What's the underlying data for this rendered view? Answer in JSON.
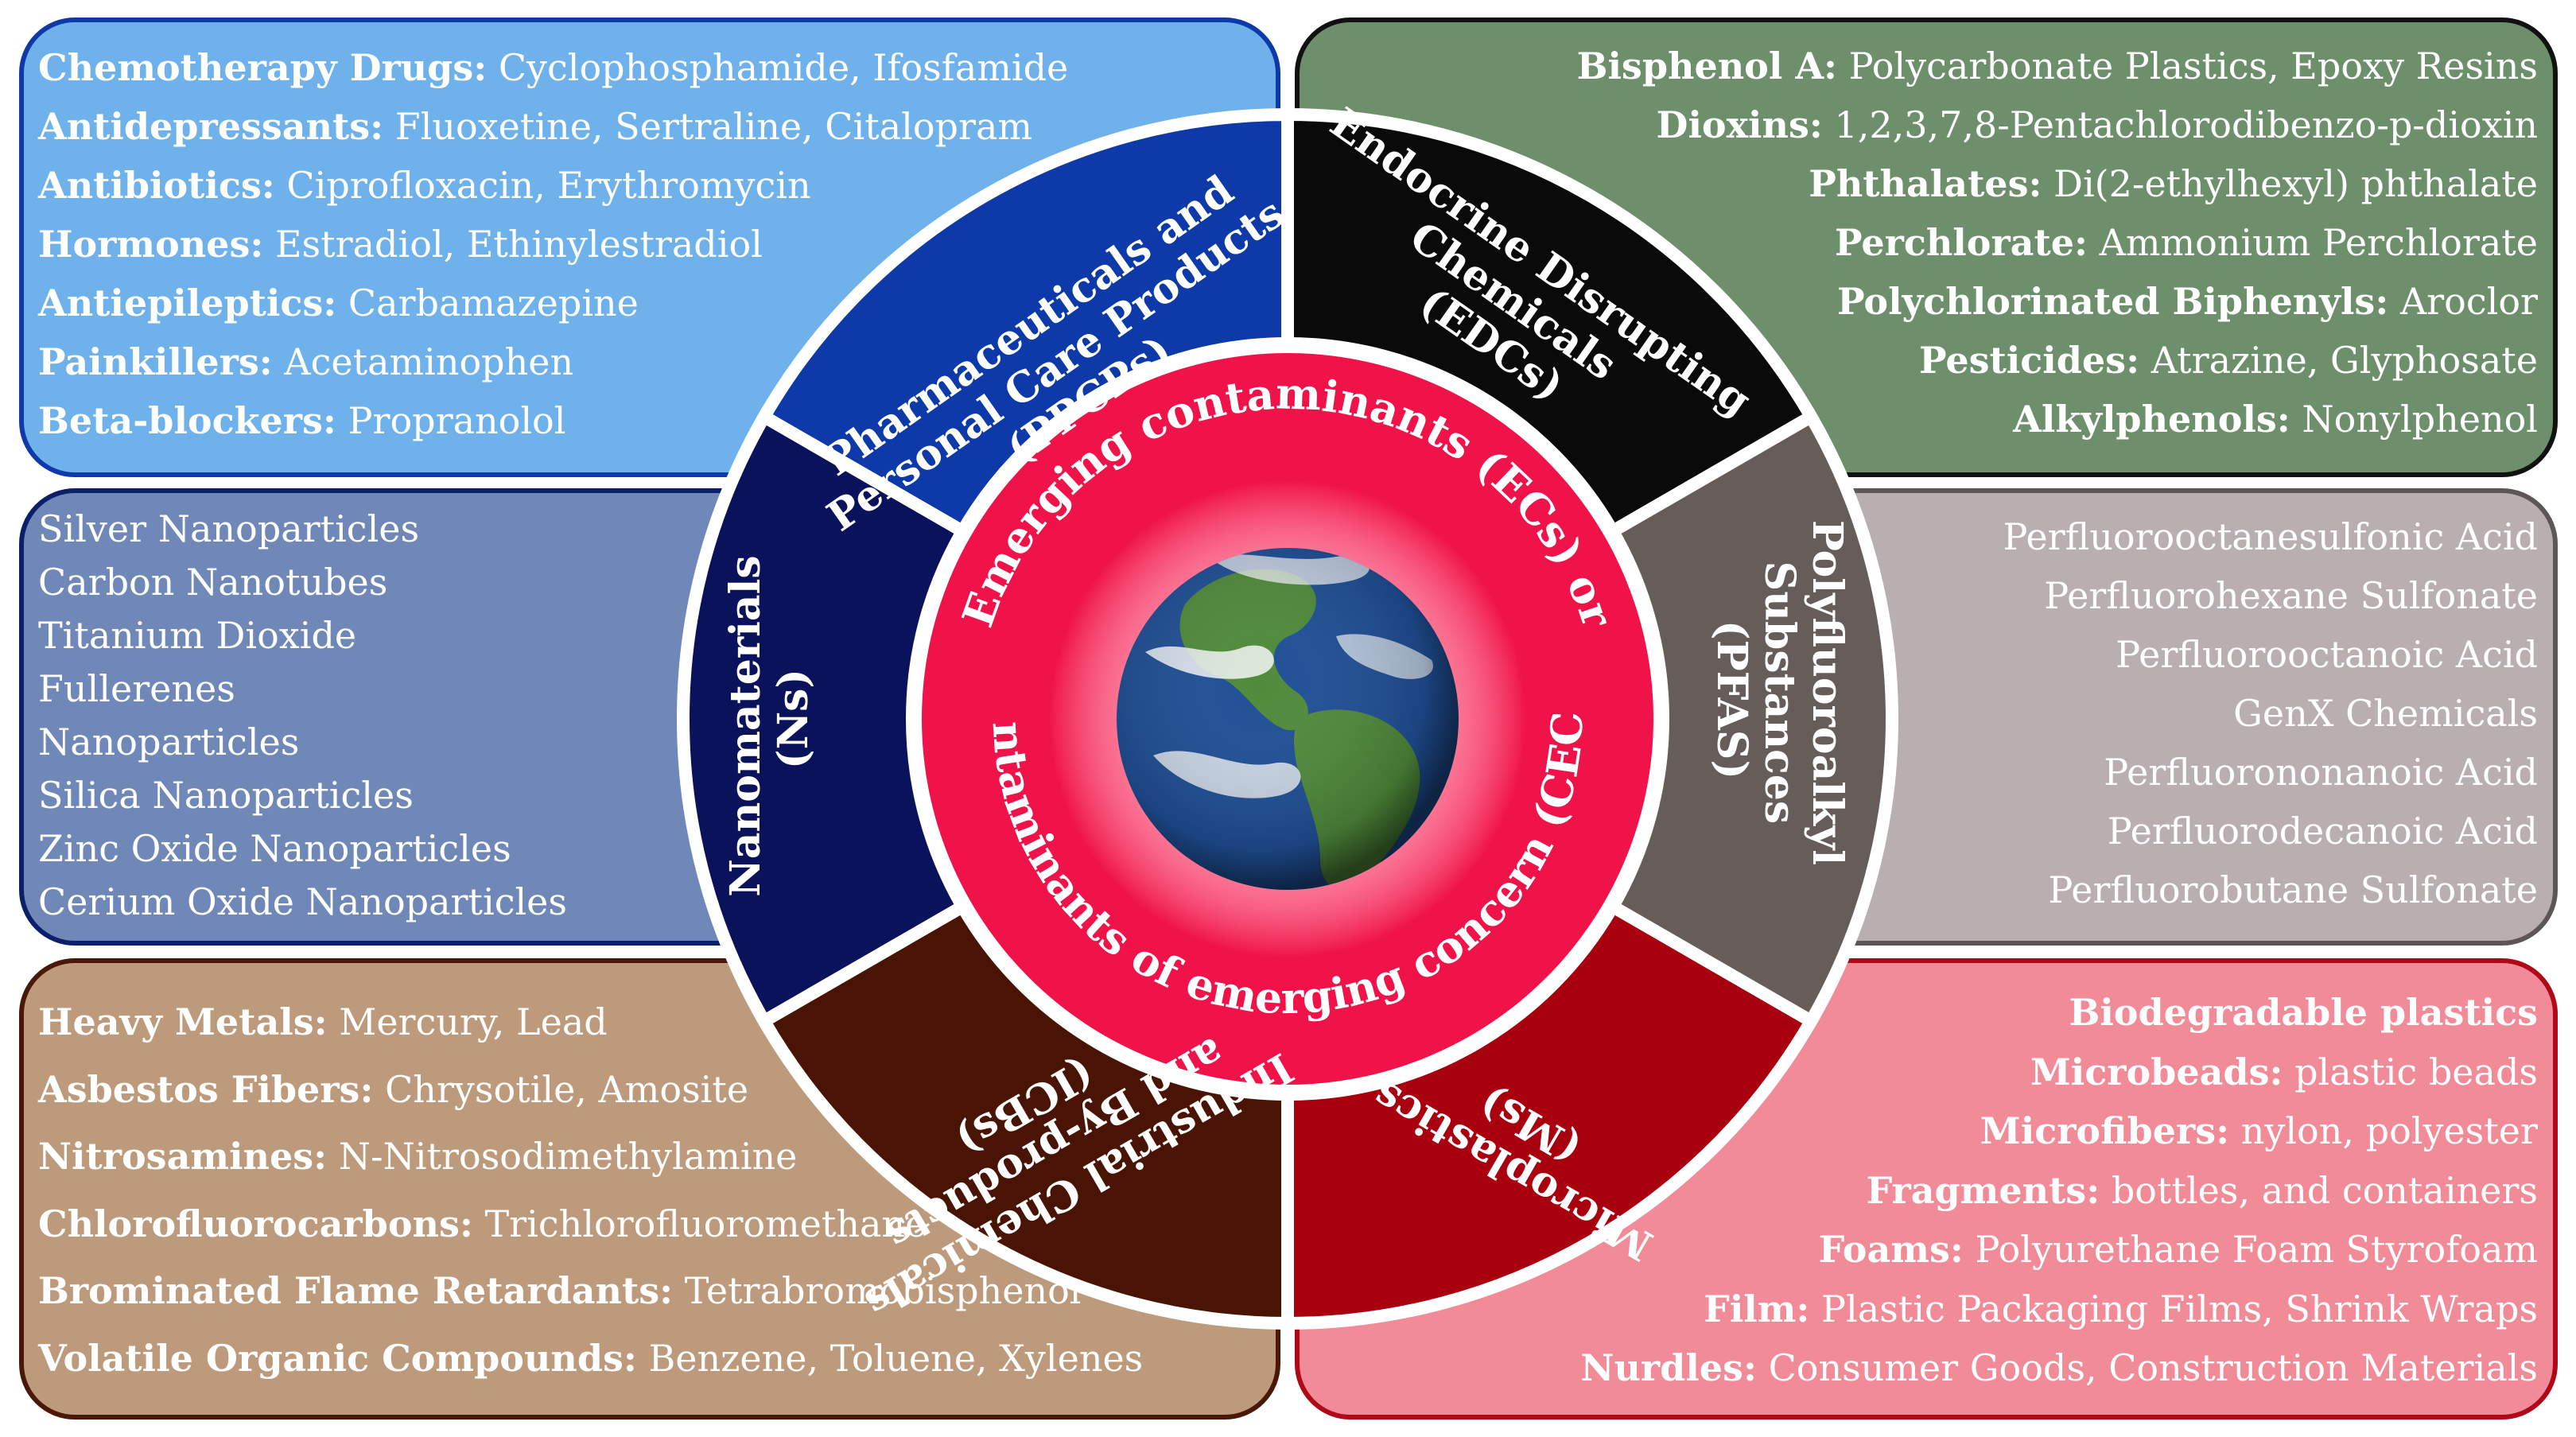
{
  "center": {
    "title": "Emerging contaminants (ECs) or contaminants of emerging concern (CECs)",
    "globe_colors": {
      "ocean": "#1f4f96",
      "land": "#4f8a3a",
      "cloud": "#f4f6f8"
    }
  },
  "ring_colors": {
    "ppcps": "#0d3aa8",
    "edcs": "#0a0a0a",
    "pfas": "#665c5a",
    "ms": "#a8000f",
    "icbs": "#4a1404",
    "ns": "#0b125c",
    "hub": "#f0134a"
  },
  "segments": {
    "ppcps": {
      "line1": "Pharmaceuticals and",
      "line2": "Personal Care Products",
      "line3": "(PPCPs)"
    },
    "edcs": {
      "line1": "Endocrine Disrupting",
      "line2": "Chemicals",
      "line3": "(EDCs)"
    },
    "pfas": {
      "line1": "Polyfluoroalkyl",
      "line2": "Substances",
      "line3": "(PFAS)"
    },
    "ms": {
      "line1": "Microplastics",
      "line2": "(Ms)"
    },
    "icbs": {
      "line1": "Industrial Chemicals",
      "line2": "and By-products",
      "line3": "(ICBs)"
    },
    "ns": {
      "line1": "Nanomaterials",
      "line2": "(Ns)"
    }
  },
  "boxes": {
    "ppcps": [
      {
        "category": "Chemotherapy Drugs:",
        "items": "Cyclophosphamide, Ifosfamide"
      },
      {
        "category": "Antidepressants:",
        "items": "Fluoxetine, Sertraline, Citalopram"
      },
      {
        "category": "Antibiotics:",
        "items": "Ciprofloxacin, Erythromycin"
      },
      {
        "category": "Hormones:",
        "items": "Estradiol, Ethinylestradiol"
      },
      {
        "category": "Antiepileptics:",
        "items": "Carbamazepine"
      },
      {
        "category": "Painkillers:",
        "items": "Acetaminophen"
      },
      {
        "category": "Beta-blockers:",
        "items": "Propranolol"
      }
    ],
    "edcs": [
      {
        "category": "Bisphenol A:",
        "items": "Polycarbonate Plastics, Epoxy Resins"
      },
      {
        "category": "Dioxins:",
        "items": "1,2,3,7,8-Pentachlorodibenzo-p-dioxin"
      },
      {
        "category": "Phthalates:",
        "items": "Di(2-ethylhexyl) phthalate"
      },
      {
        "category": "Perchlorate:",
        "items": "Ammonium Perchlorate"
      },
      {
        "category": "Polychlorinated Biphenyls:",
        "items": "Aroclor"
      },
      {
        "category": "Pesticides:",
        "items": "Atrazine, Glyphosate"
      },
      {
        "category": "Alkylphenols:",
        "items": "Nonylphenol"
      }
    ],
    "ns": [
      "Silver Nanoparticles",
      "Carbon Nanotubes",
      "Titanium Dioxide",
      "Fullerenes",
      "Nanoparticles",
      "Silica Nanoparticles",
      "Zinc Oxide Nanoparticles",
      "Cerium Oxide Nanoparticles"
    ],
    "pfas": [
      "Perfluorooctanesulfonic Acid",
      "Perfluorohexane Sulfonate",
      "Perfluorooctanoic Acid",
      "GenX Chemicals",
      "Perfluorononanoic Acid",
      "Perfluorodecanoic Acid",
      "Perfluorobutane Sulfonate"
    ],
    "icbs": [
      {
        "category": "Heavy Metals:",
        "items": "Mercury, Lead"
      },
      {
        "category": "Asbestos Fibers:",
        "items": "Chrysotile, Amosite"
      },
      {
        "category": "Nitrosamines:",
        "items": "N-Nitrosodimethylamine"
      },
      {
        "category": "Chlorofluorocarbons:",
        "items": "Trichlorofluoromethane"
      },
      {
        "category": "Brominated Flame Retardants:",
        "items": "Tetrabromobisphenol"
      },
      {
        "category": "Volatile Organic Compounds:",
        "items": "Benzene, Toluene, Xylenes"
      }
    ],
    "ms": [
      {
        "category": "Biodegradable plastics",
        "items": ""
      },
      {
        "category": "Microbeads:",
        "items": "plastic beads"
      },
      {
        "category": "Microfibers:",
        "items": "nylon, polyester"
      },
      {
        "category": "Fragments:",
        "items": "bottles, and containers"
      },
      {
        "category": "Foams:",
        "items": "Polyurethane Foam Styrofoam"
      },
      {
        "category": "Film:",
        "items": "Plastic Packaging Films, Shrink Wraps"
      },
      {
        "category": "Nurdles:",
        "items": "Consumer Goods, Construction Materials"
      }
    ]
  }
}
